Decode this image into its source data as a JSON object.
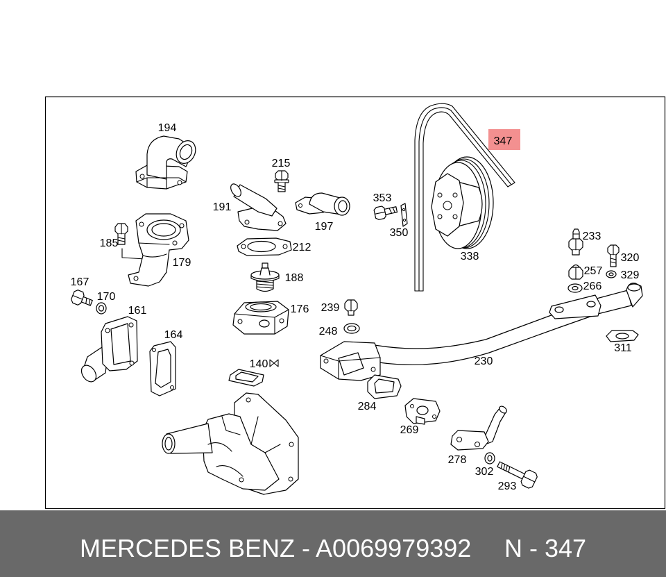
{
  "diagram": {
    "labels": {
      "p194": "194",
      "p215": "215",
      "p191": "191",
      "p197": "197",
      "p212": "212",
      "p188": "188",
      "p176": "176",
      "p185": "185",
      "p179": "179",
      "p167": "167",
      "p170": "170",
      "p161": "161",
      "p164": "164",
      "p140": "140",
      "p353": "353",
      "p350": "350",
      "p338": "338",
      "p233": "233",
      "p320": "320",
      "p257": "257",
      "p329": "329",
      "p266": "266",
      "p239": "239",
      "p248": "248",
      "p311": "311",
      "p230": "230",
      "p284": "284",
      "p269": "269",
      "p278": "278",
      "p302": "302",
      "p293": "293"
    },
    "highlighted_part": "347",
    "symbols": {
      "p140_suffix": "bowtie-icon"
    }
  },
  "footer": {
    "caption": "MERCEDES BENZ - A0069979392",
    "reference": "N - 347"
  },
  "colors": {
    "highlight": "#f28a8a",
    "footer_background": "#696969",
    "footer_text": "#ffffff"
  }
}
